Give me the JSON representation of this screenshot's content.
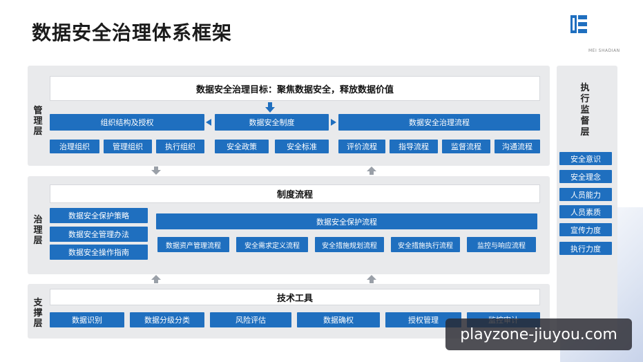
{
  "header": {
    "title": "数据安全治理体系框架",
    "logo_text": "MEI SHADIAN"
  },
  "layers": {
    "management": {
      "label": "管理层",
      "goal": "数据安全治理目标：聚焦数据安全，释放数据价值",
      "groups": [
        {
          "title": "组织结构及授权",
          "items": [
            "治理组织",
            "管理组织",
            "执行组织"
          ]
        },
        {
          "title": "数据安全制度",
          "items": [
            "安全政策",
            "安全标准"
          ]
        },
        {
          "title": "数据安全治理流程",
          "items": [
            "评价流程",
            "指导流程",
            "监督流程",
            "沟通流程"
          ]
        }
      ]
    },
    "governance": {
      "label": "治理层",
      "header": "制度流程",
      "left_items": [
        "数据安全保护策略",
        "数据安全管理办法",
        "数据安全操作指南"
      ],
      "process_title": "数据安全保护流程",
      "process_items": [
        "数据资产管理流程",
        "安全需求定义流程",
        "安全措施规划流程",
        "安全措施执行流程",
        "监控与响应流程"
      ]
    },
    "support": {
      "label": "支撑层",
      "header": "技术工具",
      "items": [
        "数据识别",
        "数据分级分类",
        "风险评估",
        "数据确权",
        "授权管理",
        "监控审计"
      ]
    }
  },
  "execution": {
    "label": "执行监督层",
    "items": [
      "安全意识",
      "安全理念",
      "人员能力",
      "人员素质",
      "宣传力度",
      "执行力度"
    ]
  },
  "watermark": "playzone-jiuyou.com",
  "colors": {
    "accent": "#1f6fbf",
    "panel": "#e9eaec"
  }
}
